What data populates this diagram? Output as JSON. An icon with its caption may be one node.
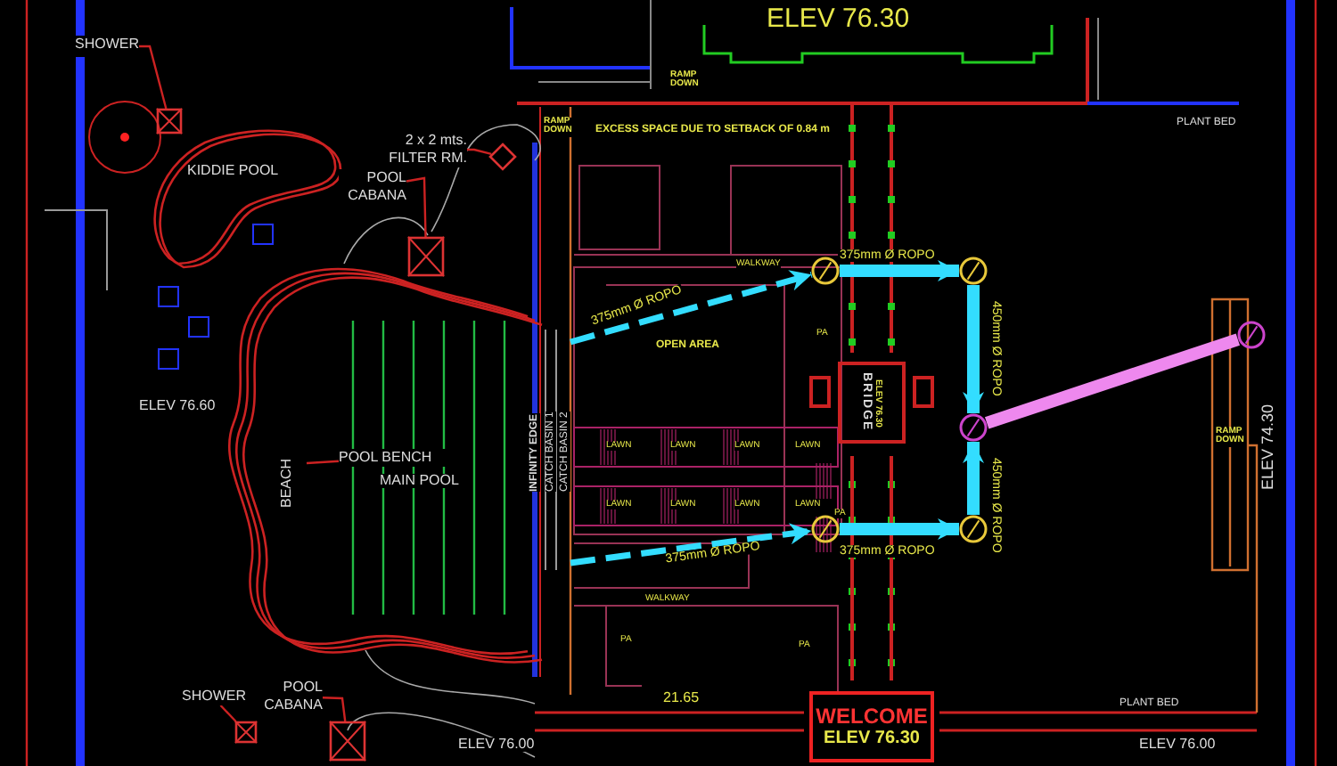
{
  "diagram": {
    "nodes": [
      {
        "text": [
          "SHOWER"
        ]
      },
      {
        "text": [],
        "shape": "box"
      },
      {
        "text": [
          "2 x 2 mts. FILTER RM."
        ]
      },
      {
        "text": [],
        "shape": "diamond"
      },
      {
        "text": [
          "POOL CABANA"
        ]
      },
      {
        "text": [],
        "shape": "box"
      },
      {
        "text": [
          "POOL BENCH"
        ]
      },
      {
        "text": [
          "SHOWER"
        ]
      },
      {
        "text": [],
        "shape": "box"
      },
      {
        "text": [
          "POOL CABANA"
        ]
      },
      {
        "text": [],
        "shape": "box"
      },
      {
        "text": [
          "BRIDGE",
          "ELEV 76.30"
        ]
      },
      {
        "text": [
          "WELCOME",
          "ELEV 76.30"
        ]
      },
      {
        "text": [],
        "shape": "circle"
      },
      {
        "text": [],
        "shape": "circle"
      },
      {
        "text": [],
        "shape": "circle"
      },
      {
        "text": [],
        "shape": "circle"
      },
      {
        "text": [],
        "shape": "circle"
      },
      {
        "text": [],
        "shape": "circle"
      }
    ],
    "edges": [
      {
        "from": 0,
        "to": 1,
        "arrow": "none"
      },
      {
        "from": 2,
        "to": 3,
        "arrow": "none"
      },
      {
        "from": 4,
        "to": 5,
        "arrow": "none"
      },
      {
        "from": 6,
        "to": null,
        "arrow": "none"
      },
      {
        "from": 7,
        "to": 8,
        "arrow": "none"
      },
      {
        "from": 9,
        "to": 10,
        "arrow": "none"
      },
      {
        "from": null,
        "to": 13,
        "arrow": "to",
        "label": "375mm Ø ROPO",
        "style": "dashed",
        "color": "#33ddff"
      },
      {
        "from": 13,
        "to": 14,
        "arrow": "to",
        "label": "375mm Ø ROPO",
        "style": "thick",
        "color": "#33ddff"
      },
      {
        "from": 14,
        "to": 15,
        "arrow": "to",
        "label": "450mm Ø ROPO",
        "style": "thick",
        "color": "#33ddff"
      },
      {
        "from": null,
        "to": 16,
        "arrow": "to",
        "label": "375mm Ø ROPO",
        "style": "dashed",
        "color": "#33ddff"
      },
      {
        "from": 16,
        "to": 17,
        "arrow": "to",
        "label": "375mm Ø ROPO",
        "style": "thick",
        "color": "#33ddff"
      },
      {
        "from": 17,
        "to": 15,
        "arrow": "to",
        "label": "450mm Ø ROPO",
        "style": "thick",
        "color": "#33ddff"
      },
      {
        "from": 18,
        "to": 15,
        "arrow": "none",
        "style": "thick",
        "color": "#ee88ee"
      }
    ],
    "labels": [
      "ELEV 76.30",
      "RAMP DOWN",
      "RAMP DOWN",
      "EXCESS SPACE DUE TO SETBACK OF 0.84 m",
      "PLANT BED",
      "KIDDIE POOL",
      "WALKWAY",
      "OPEN AREA",
      "PA",
      "ELEV 76.60",
      "BEACH",
      "MAIN POOL",
      "INFINITY EDGE",
      "CATCH BASIN 1",
      "CATCH BASIN 2",
      "LAWN",
      "LAWN",
      "LAWN",
      "LAWN",
      "RAMP DOWN",
      "ELEV 74.30",
      "LAWN",
      "LAWN",
      "LAWN",
      "LAWN",
      "PA",
      "WALKWAY",
      "PA",
      "PA",
      "21.65",
      "PLANT BED",
      "ELEV 76.00",
      "ELEV 76.00"
    ]
  }
}
